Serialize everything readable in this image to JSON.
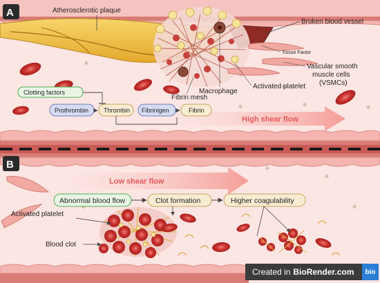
{
  "panels": {
    "a": "A",
    "b": "B"
  },
  "labels": {
    "atherosclerotic_plaque": "Atherosclerotic plaque",
    "broken_blood_vessel": "Broken blood vessel",
    "tissue_factor": "Tissue Factor",
    "vsmc_line1": "Vascular smooth",
    "vsmc_line2": "muscle cells",
    "vsmc_line3": "(VSMCs)",
    "fibrin_mesh": "Fibrin mesh",
    "macrophage": "Macrophage",
    "activated_platelet_a": "Activated platelet",
    "activated_platelet_b": "Activated platelet",
    "blood_clot": "Blood clot"
  },
  "cascade": {
    "clotting_factors": "Clotting factors",
    "prothrombin": "Prothrombin",
    "thrombin": "Thrombin",
    "fibrinogen": "Fibrinigen",
    "fibrin": "Fibrin"
  },
  "flows": {
    "high_shear": "High shear flow",
    "low_shear": "Low shear flow"
  },
  "panel_b": {
    "abnormal_flow": "Abnormal blood flow",
    "clot_formation": "Clot formation",
    "higher_coagulability": "Higher coagulability"
  },
  "credit": {
    "created_in": "Created in",
    "brand": "BioRender.com",
    "logo": "bio"
  },
  "colors": {
    "vessel_lumen": "#fce6e4",
    "endothelium": "#f2b8b4",
    "plaque": "#f2c64a",
    "rbc": "#d9403c",
    "flow_arrow": "#f7b7b3",
    "pill_green_border": "#4caf50",
    "pill_blue_fill": "#d6dcf2",
    "pill_tan_fill": "#f7ecd2"
  }
}
